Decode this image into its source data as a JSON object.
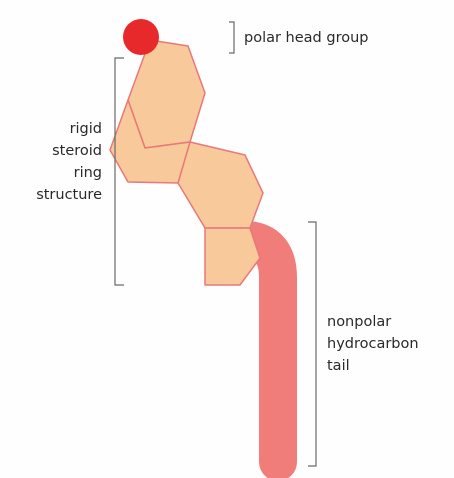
{
  "labels": {
    "head": "polar head group",
    "steroid": [
      "rigid",
      "steroid",
      "ring",
      "structure"
    ],
    "tail": [
      "nonpolar",
      "hydrocarbon",
      "tail"
    ]
  },
  "colors": {
    "head": "#e8292b",
    "ring_fill": "#f8c99a",
    "ring_stroke": "#e9787a",
    "tail": "#f07d7a",
    "bracket": "#6a6a6a",
    "text": "#2a2a2a"
  }
}
